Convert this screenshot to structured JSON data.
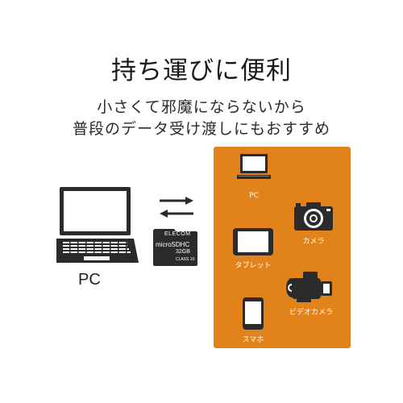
{
  "header": {
    "title": "持ち運びに便利",
    "subtitle_line1": "小さくて邪魔にならないから",
    "subtitle_line2": "普段のデータ受け渡しにもおすすめ"
  },
  "left": {
    "pc_label": "PC",
    "card_brand": "ELECOM",
    "card_type": "microSDHC",
    "card_capacity": "32GB",
    "card_class": "CLASS 10"
  },
  "devices": [
    {
      "name": "pc",
      "label": "PC",
      "icon": "laptop-icon"
    },
    {
      "name": "camera",
      "label": "カメラ",
      "icon": "camera-icon"
    },
    {
      "name": "tablet",
      "label": "タブレット",
      "icon": "tablet-icon"
    },
    {
      "name": "video-camera",
      "label": "ビデオカメラ",
      "icon": "video-camera-icon"
    },
    {
      "name": "smartphone",
      "label": "スマホ",
      "icon": "smartphone-icon"
    }
  ],
  "colors": {
    "panel": "#e2821a",
    "icon_dark": "#2b2b2b",
    "text": "#222222"
  }
}
